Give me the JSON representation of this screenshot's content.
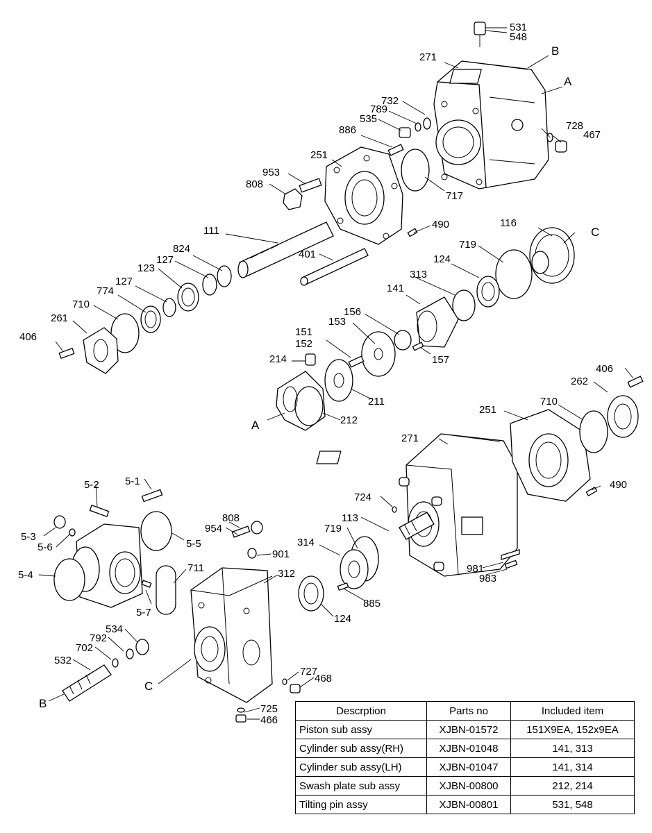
{
  "callouts": [
    {
      "text": "531"
    },
    {
      "text": "548"
    },
    {
      "text": "271"
    },
    {
      "text": "B"
    },
    {
      "text": "A"
    },
    {
      "text": "732"
    },
    {
      "text": "789"
    },
    {
      "text": "535"
    },
    {
      "text": "728"
    },
    {
      "text": "467"
    },
    {
      "text": "886"
    },
    {
      "text": "251"
    },
    {
      "text": "953"
    },
    {
      "text": "808"
    },
    {
      "text": "717"
    },
    {
      "text": "490"
    },
    {
      "text": "111"
    },
    {
      "text": "116"
    },
    {
      "text": "C"
    },
    {
      "text": "719"
    },
    {
      "text": "824"
    },
    {
      "text": "401"
    },
    {
      "text": "127"
    },
    {
      "text": "123"
    },
    {
      "text": "124"
    },
    {
      "text": "313"
    },
    {
      "text": "127"
    },
    {
      "text": "774"
    },
    {
      "text": "141"
    },
    {
      "text": "710"
    },
    {
      "text": "156"
    },
    {
      "text": "261"
    },
    {
      "text": "153"
    },
    {
      "text": "151"
    },
    {
      "text": "152"
    },
    {
      "text": "406"
    },
    {
      "text": "157"
    },
    {
      "text": "214"
    },
    {
      "text": "211"
    },
    {
      "text": "A"
    },
    {
      "text": "212"
    },
    {
      "text": "406"
    },
    {
      "text": "262"
    },
    {
      "text": "710"
    },
    {
      "text": "251"
    },
    {
      "text": "271"
    },
    {
      "text": "5-1"
    },
    {
      "text": "5-2"
    },
    {
      "text": "490"
    },
    {
      "text": "724"
    },
    {
      "text": "808"
    },
    {
      "text": "954"
    },
    {
      "text": "5-3"
    },
    {
      "text": "5-5"
    },
    {
      "text": "5-6"
    },
    {
      "text": "113"
    },
    {
      "text": "719"
    },
    {
      "text": "901"
    },
    {
      "text": "314"
    },
    {
      "text": "711"
    },
    {
      "text": "312"
    },
    {
      "text": "5-4"
    },
    {
      "text": "981"
    },
    {
      "text": "983"
    },
    {
      "text": "885"
    },
    {
      "text": "5-7"
    },
    {
      "text": "124"
    },
    {
      "text": "534"
    },
    {
      "text": "792"
    },
    {
      "text": "702"
    },
    {
      "text": "532"
    },
    {
      "text": "727"
    },
    {
      "text": "468"
    },
    {
      "text": "C"
    },
    {
      "text": "B"
    },
    {
      "text": "725"
    },
    {
      "text": "466"
    }
  ],
  "table": {
    "headers": [
      "Descrption",
      "Parts no",
      "Included item"
    ],
    "rows": [
      {
        "description": "Piston sub assy",
        "parts_no": "XJBN-01572",
        "included": "151X9EA, 152x9EA"
      },
      {
        "description": "Cylinder sub assy(RH)",
        "parts_no": "XJBN-01048",
        "included": "141, 313"
      },
      {
        "description": "Cylinder sub assy(LH)",
        "parts_no": "XJBN-01047",
        "included": "141, 314"
      },
      {
        "description": "Swash plate sub assy",
        "parts_no": "XJBN-00800",
        "included": "212, 214"
      },
      {
        "description": "Tilting pin assy",
        "parts_no": "XJBN-00801",
        "included": "531, 548"
      }
    ]
  }
}
